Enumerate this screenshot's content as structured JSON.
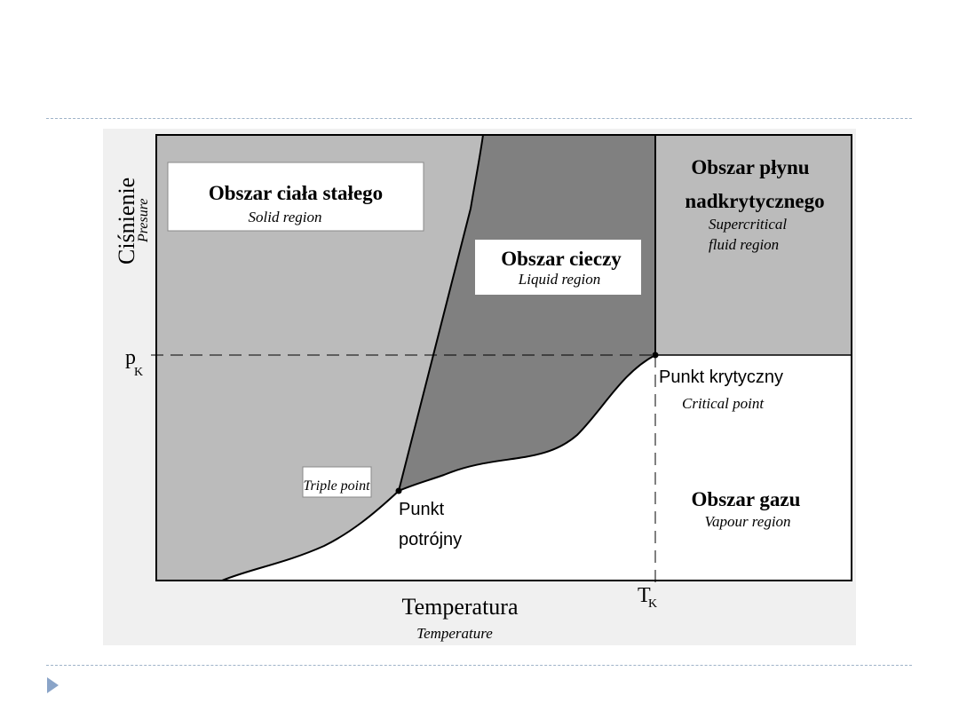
{
  "diagram": {
    "y_axis": {
      "label": "Ciśnienie",
      "sublabel": "Presure"
    },
    "x_axis": {
      "label": "Temperatura",
      "sublabel": "Temperature"
    },
    "pressure_marker": {
      "symbol": "p",
      "subscript": "K"
    },
    "temperature_marker": {
      "symbol": "T",
      "subscript": "K"
    },
    "regions": {
      "solid": {
        "label": "Obszar ciała stałego",
        "sublabel": "Solid region"
      },
      "liquid": {
        "label": "Obszar cieczy",
        "sublabel": "Liquid region"
      },
      "supercritical": {
        "label_line1": "Obszar płynu",
        "label_line2": "nadkrytycznego",
        "sublabel_line1": "Supercritical",
        "sublabel_line2": "fluid region"
      },
      "gas": {
        "label": "Obszar gazu",
        "sublabel": "Vapour region"
      }
    },
    "points": {
      "critical": {
        "label": "Punkt krytyczny",
        "sublabel": "Critical point"
      },
      "triple": {
        "label_line1": "Punkt",
        "label_line2": "potrójny",
        "sublabel": "Triple point"
      }
    },
    "colors": {
      "solid_region": "#bbbbbb",
      "liquid_region": "#808080",
      "supercritical_region": "#bbbbbb",
      "gas_region": "#ffffff",
      "figure_background": "#f0f0f0"
    }
  },
  "slide": {
    "rule_color": "#9fb3c8",
    "nav_arrow_icon": "triangle-right-icon"
  }
}
